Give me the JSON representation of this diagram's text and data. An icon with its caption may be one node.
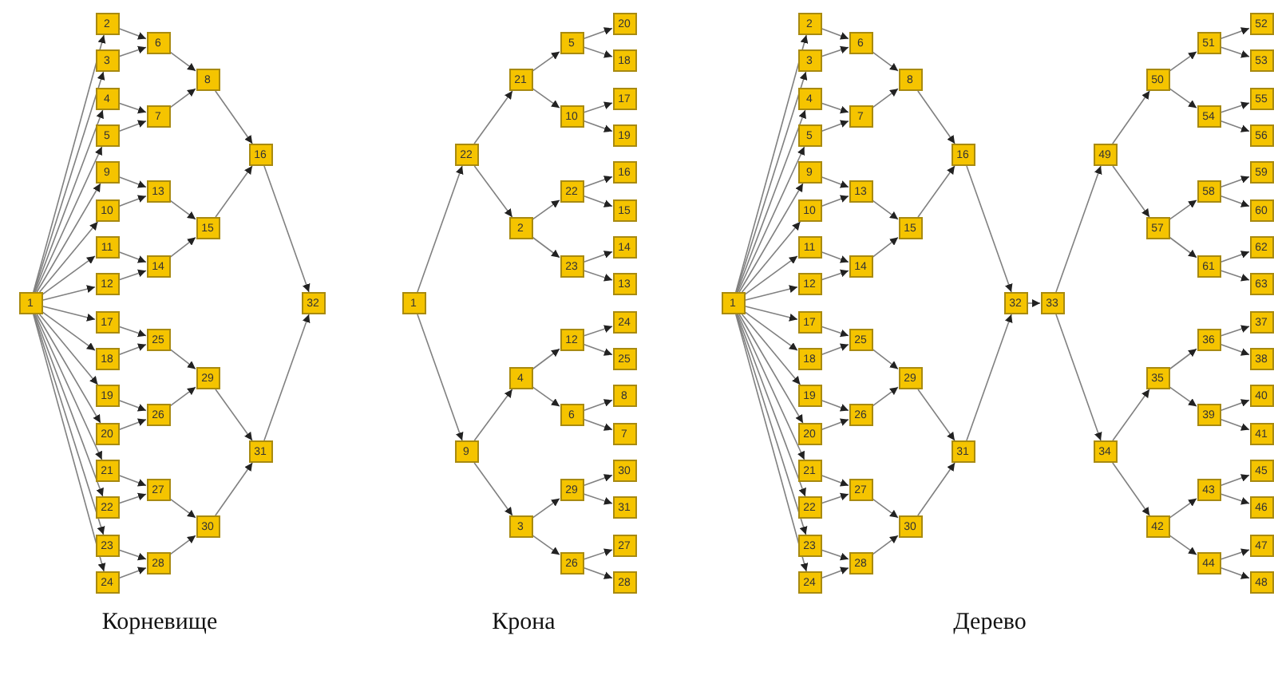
{
  "diagram": {
    "nodes": [
      {
        "text": [
          "1"
        ]
      },
      {
        "text": [
          "2"
        ]
      },
      {
        "text": [
          "3"
        ]
      },
      {
        "text": [
          "4"
        ]
      },
      {
        "text": [
          "5"
        ]
      },
      {
        "text": [
          "9"
        ]
      },
      {
        "text": [
          "10"
        ]
      },
      {
        "text": [
          "11"
        ]
      },
      {
        "text": [
          "12"
        ]
      },
      {
        "text": [
          "17"
        ]
      },
      {
        "text": [
          "18"
        ]
      },
      {
        "text": [
          "19"
        ]
      },
      {
        "text": [
          "20"
        ]
      },
      {
        "text": [
          "21"
        ]
      },
      {
        "text": [
          "22"
        ]
      },
      {
        "text": [
          "23"
        ]
      },
      {
        "text": [
          "24"
        ]
      },
      {
        "text": [
          "6"
        ]
      },
      {
        "text": [
          "7"
        ]
      },
      {
        "text": [
          "13"
        ]
      },
      {
        "text": [
          "14"
        ]
      },
      {
        "text": [
          "25"
        ]
      },
      {
        "text": [
          "26"
        ]
      },
      {
        "text": [
          "27"
        ]
      },
      {
        "text": [
          "28"
        ]
      },
      {
        "text": [
          "8"
        ]
      },
      {
        "text": [
          "15"
        ]
      },
      {
        "text": [
          "29"
        ]
      },
      {
        "text": [
          "30"
        ]
      },
      {
        "text": [
          "16"
        ]
      },
      {
        "text": [
          "31"
        ]
      },
      {
        "text": [
          "32"
        ]
      },
      {
        "text": [
          "1"
        ]
      },
      {
        "text": [
          "22"
        ]
      },
      {
        "text": [
          "9"
        ]
      },
      {
        "text": [
          "21"
        ]
      },
      {
        "text": [
          "2"
        ]
      },
      {
        "text": [
          "4"
        ]
      },
      {
        "text": [
          "3"
        ]
      },
      {
        "text": [
          "5"
        ]
      },
      {
        "text": [
          "10"
        ]
      },
      {
        "text": [
          "22"
        ]
      },
      {
        "text": [
          "23"
        ]
      },
      {
        "text": [
          "12"
        ]
      },
      {
        "text": [
          "6"
        ]
      },
      {
        "text": [
          "29"
        ]
      },
      {
        "text": [
          "26"
        ]
      },
      {
        "text": [
          "20"
        ]
      },
      {
        "text": [
          "18"
        ]
      },
      {
        "text": [
          "17"
        ]
      },
      {
        "text": [
          "19"
        ]
      },
      {
        "text": [
          "16"
        ]
      },
      {
        "text": [
          "15"
        ]
      },
      {
        "text": [
          "14"
        ]
      },
      {
        "text": [
          "13"
        ]
      },
      {
        "text": [
          "24"
        ]
      },
      {
        "text": [
          "25"
        ]
      },
      {
        "text": [
          "8"
        ]
      },
      {
        "text": [
          "7"
        ]
      },
      {
        "text": [
          "30"
        ]
      },
      {
        "text": [
          "31"
        ]
      },
      {
        "text": [
          "27"
        ]
      },
      {
        "text": [
          "28"
        ]
      },
      {
        "text": [
          "1"
        ]
      },
      {
        "text": [
          "2"
        ]
      },
      {
        "text": [
          "3"
        ]
      },
      {
        "text": [
          "4"
        ]
      },
      {
        "text": [
          "5"
        ]
      },
      {
        "text": [
          "9"
        ]
      },
      {
        "text": [
          "10"
        ]
      },
      {
        "text": [
          "11"
        ]
      },
      {
        "text": [
          "12"
        ]
      },
      {
        "text": [
          "17"
        ]
      },
      {
        "text": [
          "18"
        ]
      },
      {
        "text": [
          "19"
        ]
      },
      {
        "text": [
          "20"
        ]
      },
      {
        "text": [
          "21"
        ]
      },
      {
        "text": [
          "22"
        ]
      },
      {
        "text": [
          "23"
        ]
      },
      {
        "text": [
          "24"
        ]
      },
      {
        "text": [
          "6"
        ]
      },
      {
        "text": [
          "7"
        ]
      },
      {
        "text": [
          "13"
        ]
      },
      {
        "text": [
          "14"
        ]
      },
      {
        "text": [
          "25"
        ]
      },
      {
        "text": [
          "26"
        ]
      },
      {
        "text": [
          "27"
        ]
      },
      {
        "text": [
          "28"
        ]
      },
      {
        "text": [
          "8"
        ]
      },
      {
        "text": [
          "15"
        ]
      },
      {
        "text": [
          "29"
        ]
      },
      {
        "text": [
          "30"
        ]
      },
      {
        "text": [
          "16"
        ]
      },
      {
        "text": [
          "31"
        ]
      },
      {
        "text": [
          "32"
        ]
      },
      {
        "text": [
          "33"
        ]
      },
      {
        "text": [
          "49"
        ]
      },
      {
        "text": [
          "34"
        ]
      },
      {
        "text": [
          "50"
        ]
      },
      {
        "text": [
          "57"
        ]
      },
      {
        "text": [
          "35"
        ]
      },
      {
        "text": [
          "42"
        ]
      },
      {
        "text": [
          "51"
        ]
      },
      {
        "text": [
          "54"
        ]
      },
      {
        "text": [
          "58"
        ]
      },
      {
        "text": [
          "61"
        ]
      },
      {
        "text": [
          "36"
        ]
      },
      {
        "text": [
          "39"
        ]
      },
      {
        "text": [
          "43"
        ]
      },
      {
        "text": [
          "44"
        ]
      },
      {
        "text": [
          "52"
        ]
      },
      {
        "text": [
          "53"
        ]
      },
      {
        "text": [
          "55"
        ]
      },
      {
        "text": [
          "56"
        ]
      },
      {
        "text": [
          "59"
        ]
      },
      {
        "text": [
          "60"
        ]
      },
      {
        "text": [
          "62"
        ]
      },
      {
        "text": [
          "63"
        ]
      },
      {
        "text": [
          "37"
        ]
      },
      {
        "text": [
          "38"
        ]
      },
      {
        "text": [
          "40"
        ]
      },
      {
        "text": [
          "41"
        ]
      },
      {
        "text": [
          "45"
        ]
      },
      {
        "text": [
          "46"
        ]
      },
      {
        "text": [
          "47"
        ]
      },
      {
        "text": [
          "48"
        ]
      }
    ],
    "edges": [
      {
        "from": 0,
        "to": 1,
        "arrow": "to"
      },
      {
        "from": 0,
        "to": 2,
        "arrow": "to"
      },
      {
        "from": 0,
        "to": 3,
        "arrow": "to"
      },
      {
        "from": 0,
        "to": 4,
        "arrow": "to"
      },
      {
        "from": 0,
        "to": 5,
        "arrow": "to"
      },
      {
        "from": 0,
        "to": 6,
        "arrow": "to"
      },
      {
        "from": 0,
        "to": 7,
        "arrow": "to"
      },
      {
        "from": 0,
        "to": 8,
        "arrow": "to"
      },
      {
        "from": 0,
        "to": 9,
        "arrow": "to"
      },
      {
        "from": 0,
        "to": 10,
        "arrow": "to"
      },
      {
        "from": 0,
        "to": 11,
        "arrow": "to"
      },
      {
        "from": 0,
        "to": 12,
        "arrow": "to"
      },
      {
        "from": 0,
        "to": 13,
        "arrow": "to"
      },
      {
        "from": 0,
        "to": 14,
        "arrow": "to"
      },
      {
        "from": 0,
        "to": 15,
        "arrow": "to"
      },
      {
        "from": 0,
        "to": 16,
        "arrow": "to"
      },
      {
        "from": 1,
        "to": 17,
        "arrow": "to"
      },
      {
        "from": 2,
        "to": 17,
        "arrow": "to"
      },
      {
        "from": 3,
        "to": 18,
        "arrow": "to"
      },
      {
        "from": 4,
        "to": 18,
        "arrow": "to"
      },
      {
        "from": 5,
        "to": 19,
        "arrow": "to"
      },
      {
        "from": 6,
        "to": 19,
        "arrow": "to"
      },
      {
        "from": 7,
        "to": 20,
        "arrow": "to"
      },
      {
        "from": 8,
        "to": 20,
        "arrow": "to"
      },
      {
        "from": 9,
        "to": 21,
        "arrow": "to"
      },
      {
        "from": 10,
        "to": 21,
        "arrow": "to"
      },
      {
        "from": 11,
        "to": 22,
        "arrow": "to"
      },
      {
        "from": 12,
        "to": 22,
        "arrow": "to"
      },
      {
        "from": 13,
        "to": 23,
        "arrow": "to"
      },
      {
        "from": 14,
        "to": 23,
        "arrow": "to"
      },
      {
        "from": 15,
        "to": 24,
        "arrow": "to"
      },
      {
        "from": 16,
        "to": 24,
        "arrow": "to"
      },
      {
        "from": 17,
        "to": 25,
        "arrow": "to"
      },
      {
        "from": 18,
        "to": 25,
        "arrow": "to"
      },
      {
        "from": 19,
        "to": 26,
        "arrow": "to"
      },
      {
        "from": 20,
        "to": 26,
        "arrow": "to"
      },
      {
        "from": 21,
        "to": 27,
        "arrow": "to"
      },
      {
        "from": 22,
        "to": 27,
        "arrow": "to"
      },
      {
        "from": 23,
        "to": 28,
        "arrow": "to"
      },
      {
        "from": 24,
        "to": 28,
        "arrow": "to"
      },
      {
        "from": 25,
        "to": 29,
        "arrow": "to"
      },
      {
        "from": 26,
        "to": 29,
        "arrow": "to"
      },
      {
        "from": 27,
        "to": 30,
        "arrow": "to"
      },
      {
        "from": 28,
        "to": 30,
        "arrow": "to"
      },
      {
        "from": 29,
        "to": 31,
        "arrow": "to"
      },
      {
        "from": 30,
        "to": 31,
        "arrow": "to"
      },
      {
        "from": 32,
        "to": 33,
        "arrow": "to"
      },
      {
        "from": 32,
        "to": 34,
        "arrow": "to"
      },
      {
        "from": 33,
        "to": 35,
        "arrow": "to"
      },
      {
        "from": 33,
        "to": 36,
        "arrow": "to"
      },
      {
        "from": 34,
        "to": 37,
        "arrow": "to"
      },
      {
        "from": 34,
        "to": 38,
        "arrow": "to"
      },
      {
        "from": 35,
        "to": 39,
        "arrow": "to"
      },
      {
        "from": 35,
        "to": 40,
        "arrow": "to"
      },
      {
        "from": 36,
        "to": 41,
        "arrow": "to"
      },
      {
        "from": 36,
        "to": 42,
        "arrow": "to"
      },
      {
        "from": 37,
        "to": 43,
        "arrow": "to"
      },
      {
        "from": 37,
        "to": 44,
        "arrow": "to"
      },
      {
        "from": 38,
        "to": 45,
        "arrow": "to"
      },
      {
        "from": 38,
        "to": 46,
        "arrow": "to"
      },
      {
        "from": 39,
        "to": 47,
        "arrow": "to"
      },
      {
        "from": 39,
        "to": 48,
        "arrow": "to"
      },
      {
        "from": 40,
        "to": 49,
        "arrow": "to"
      },
      {
        "from": 40,
        "to": 50,
        "arrow": "to"
      },
      {
        "from": 41,
        "to": 51,
        "arrow": "to"
      },
      {
        "from": 41,
        "to": 52,
        "arrow": "to"
      },
      {
        "from": 42,
        "to": 53,
        "arrow": "to"
      },
      {
        "from": 42,
        "to": 54,
        "arrow": "to"
      },
      {
        "from": 43,
        "to": 55,
        "arrow": "to"
      },
      {
        "from": 43,
        "to": 56,
        "arrow": "to"
      },
      {
        "from": 44,
        "to": 57,
        "arrow": "to"
      },
      {
        "from": 44,
        "to": 58,
        "arrow": "to"
      },
      {
        "from": 45,
        "to": 59,
        "arrow": "to"
      },
      {
        "from": 45,
        "to": 60,
        "arrow": "to"
      },
      {
        "from": 46,
        "to": 61,
        "arrow": "to"
      },
      {
        "from": 46,
        "to": 62,
        "arrow": "to"
      },
      {
        "from": 63,
        "to": 64,
        "arrow": "to"
      },
      {
        "from": 63,
        "to": 65,
        "arrow": "to"
      },
      {
        "from": 63,
        "to": 66,
        "arrow": "to"
      },
      {
        "from": 63,
        "to": 67,
        "arrow": "to"
      },
      {
        "from": 63,
        "to": 68,
        "arrow": "to"
      },
      {
        "from": 63,
        "to": 69,
        "arrow": "to"
      },
      {
        "from": 63,
        "to": 70,
        "arrow": "to"
      },
      {
        "from": 63,
        "to": 71,
        "arrow": "to"
      },
      {
        "from": 63,
        "to": 72,
        "arrow": "to"
      },
      {
        "from": 63,
        "to": 73,
        "arrow": "to"
      },
      {
        "from": 63,
        "to": 74,
        "arrow": "to"
      },
      {
        "from": 63,
        "to": 75,
        "arrow": "to"
      },
      {
        "from": 63,
        "to": 76,
        "arrow": "to"
      },
      {
        "from": 63,
        "to": 77,
        "arrow": "to"
      },
      {
        "from": 63,
        "to": 78,
        "arrow": "to"
      },
      {
        "from": 63,
        "to": 79,
        "arrow": "to"
      },
      {
        "from": 64,
        "to": 80,
        "arrow": "to"
      },
      {
        "from": 65,
        "to": 80,
        "arrow": "to"
      },
      {
        "from": 66,
        "to": 81,
        "arrow": "to"
      },
      {
        "from": 67,
        "to": 81,
        "arrow": "to"
      },
      {
        "from": 68,
        "to": 82,
        "arrow": "to"
      },
      {
        "from": 69,
        "to": 82,
        "arrow": "to"
      },
      {
        "from": 70,
        "to": 83,
        "arrow": "to"
      },
      {
        "from": 71,
        "to": 83,
        "arrow": "to"
      },
      {
        "from": 72,
        "to": 84,
        "arrow": "to"
      },
      {
        "from": 73,
        "to": 84,
        "arrow": "to"
      },
      {
        "from": 74,
        "to": 85,
        "arrow": "to"
      },
      {
        "from": 75,
        "to": 85,
        "arrow": "to"
      },
      {
        "from": 76,
        "to": 86,
        "arrow": "to"
      },
      {
        "from": 77,
        "to": 86,
        "arrow": "to"
      },
      {
        "from": 78,
        "to": 87,
        "arrow": "to"
      },
      {
        "from": 79,
        "to": 87,
        "arrow": "to"
      },
      {
        "from": 80,
        "to": 88,
        "arrow": "to"
      },
      {
        "from": 81,
        "to": 88,
        "arrow": "to"
      },
      {
        "from": 82,
        "to": 89,
        "arrow": "to"
      },
      {
        "from": 83,
        "to": 89,
        "arrow": "to"
      },
      {
        "from": 84,
        "to": 90,
        "arrow": "to"
      },
      {
        "from": 85,
        "to": 90,
        "arrow": "to"
      },
      {
        "from": 86,
        "to": 91,
        "arrow": "to"
      },
      {
        "from": 87,
        "to": 91,
        "arrow": "to"
      },
      {
        "from": 88,
        "to": 92,
        "arrow": "to"
      },
      {
        "from": 89,
        "to": 92,
        "arrow": "to"
      },
      {
        "from": 90,
        "to": 93,
        "arrow": "to"
      },
      {
        "from": 91,
        "to": 93,
        "arrow": "to"
      },
      {
        "from": 92,
        "to": 94,
        "arrow": "to"
      },
      {
        "from": 93,
        "to": 94,
        "arrow": "to"
      },
      {
        "from": 94,
        "to": 95,
        "arrow": "to"
      },
      {
        "from": 95,
        "to": 96,
        "arrow": "to"
      },
      {
        "from": 95,
        "to": 97,
        "arrow": "to"
      },
      {
        "from": 96,
        "to": 98,
        "arrow": "to"
      },
      {
        "from": 96,
        "to": 99,
        "arrow": "to"
      },
      {
        "from": 97,
        "to": 100,
        "arrow": "to"
      },
      {
        "from": 97,
        "to": 101,
        "arrow": "to"
      },
      {
        "from": 98,
        "to": 102,
        "arrow": "to"
      },
      {
        "from": 98,
        "to": 103,
        "arrow": "to"
      },
      {
        "from": 99,
        "to": 104,
        "arrow": "to"
      },
      {
        "from": 99,
        "to": 105,
        "arrow": "to"
      },
      {
        "from": 100,
        "to": 106,
        "arrow": "to"
      },
      {
        "from": 100,
        "to": 107,
        "arrow": "to"
      },
      {
        "from": 101,
        "to": 108,
        "arrow": "to"
      },
      {
        "from": 101,
        "to": 109,
        "arrow": "to"
      },
      {
        "from": 102,
        "to": 110,
        "arrow": "to"
      },
      {
        "from": 102,
        "to": 111,
        "arrow": "to"
      },
      {
        "from": 103,
        "to": 112,
        "arrow": "to"
      },
      {
        "from": 103,
        "to": 113,
        "arrow": "to"
      },
      {
        "from": 104,
        "to": 114,
        "arrow": "to"
      },
      {
        "from": 104,
        "to": 115,
        "arrow": "to"
      },
      {
        "from": 105,
        "to": 116,
        "arrow": "to"
      },
      {
        "from": 105,
        "to": 117,
        "arrow": "to"
      },
      {
        "from": 106,
        "to": 118,
        "arrow": "to"
      },
      {
        "from": 106,
        "to": 119,
        "arrow": "to"
      },
      {
        "from": 107,
        "to": 120,
        "arrow": "to"
      },
      {
        "from": 107,
        "to": 121,
        "arrow": "to"
      },
      {
        "from": 108,
        "to": 122,
        "arrow": "to"
      },
      {
        "from": 108,
        "to": 123,
        "arrow": "to"
      },
      {
        "from": 109,
        "to": 124,
        "arrow": "to"
      },
      {
        "from": 109,
        "to": 125,
        "arrow": "to"
      }
    ],
    "labels": [
      "Корневище",
      "Крона",
      "Дерево"
    ]
  }
}
